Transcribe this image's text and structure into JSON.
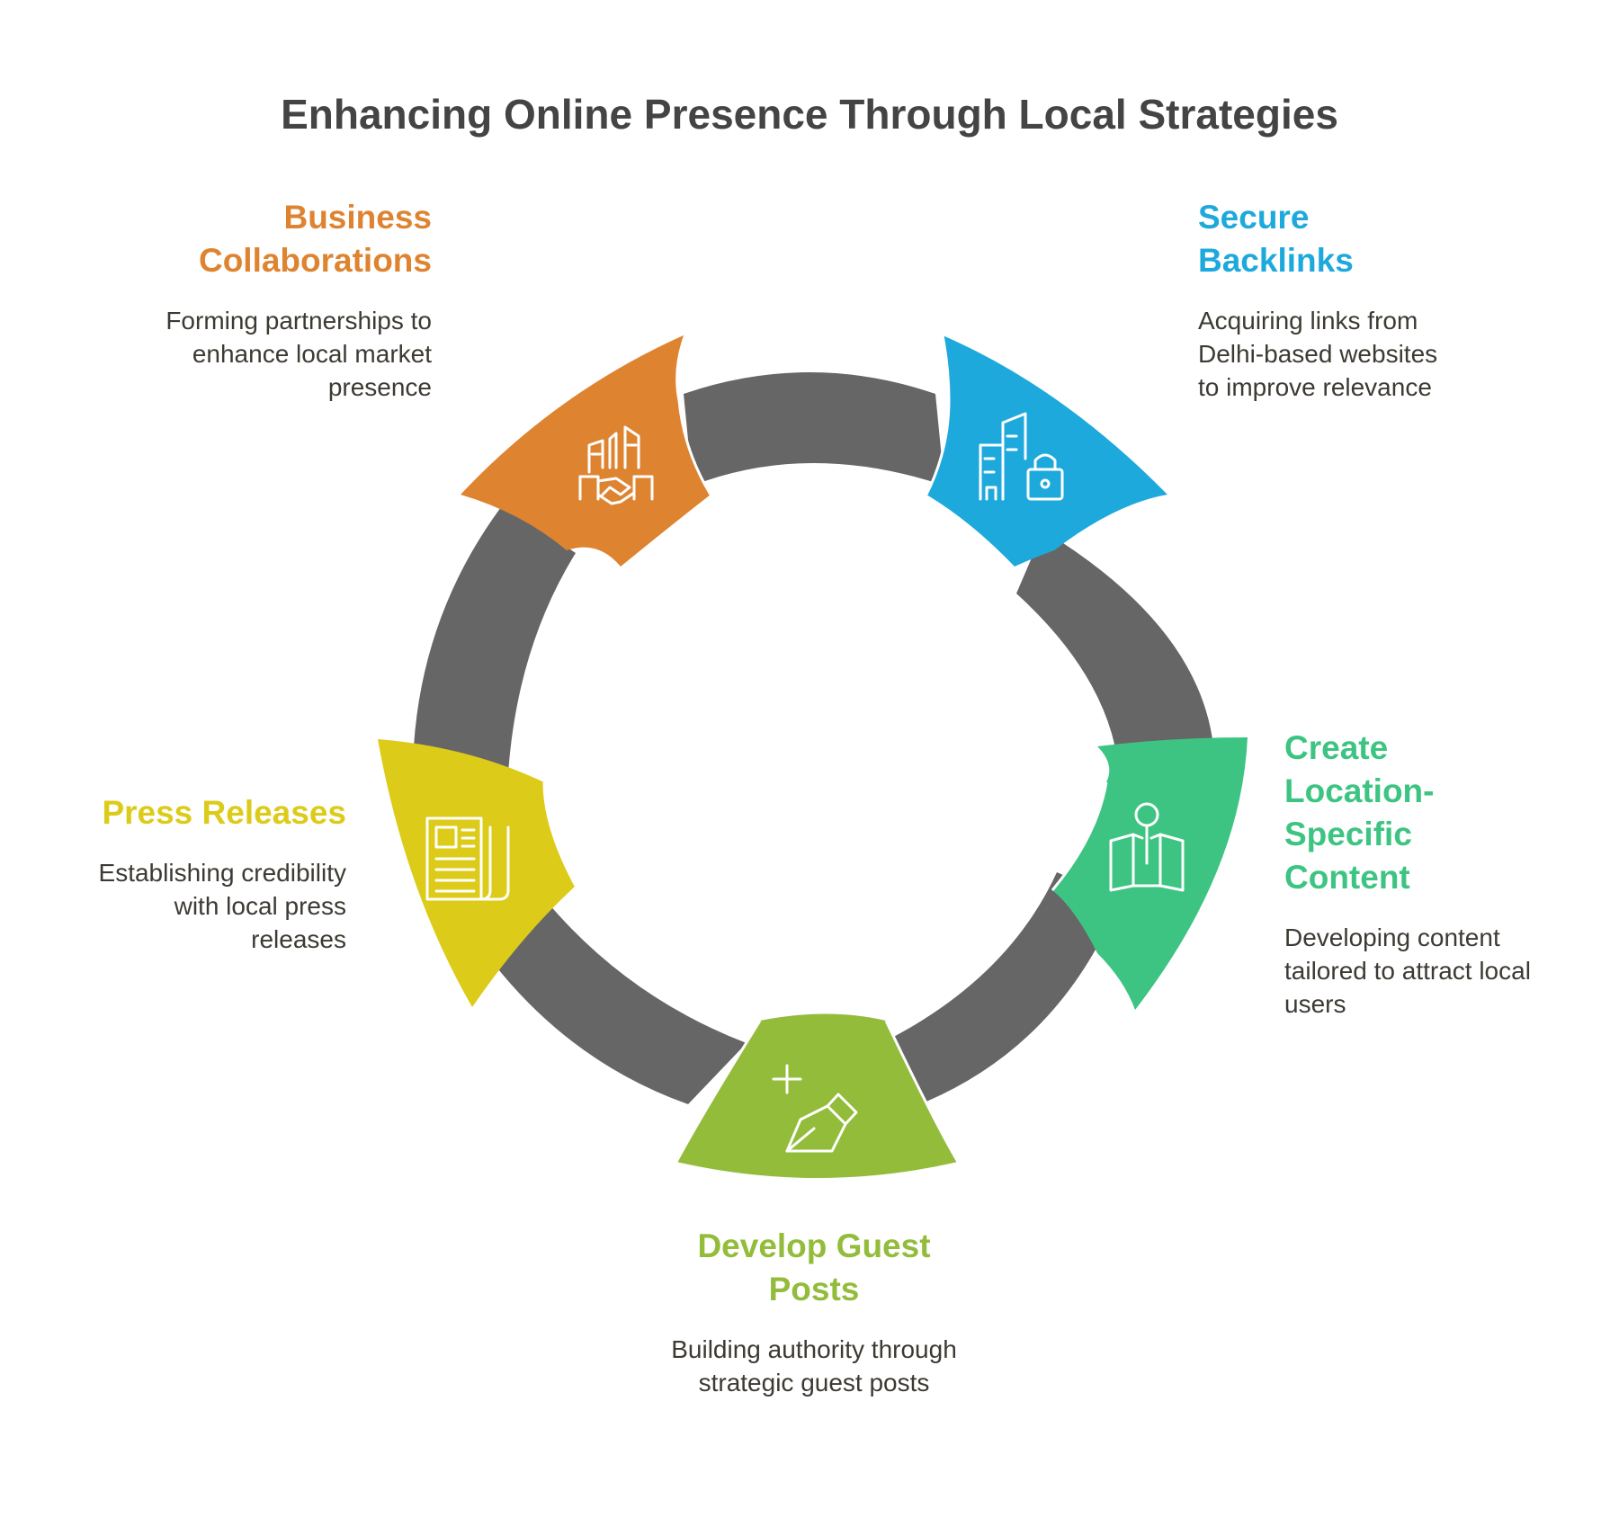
{
  "title": "Enhancing Online Presence Through Local Strategies",
  "colors": {
    "ring": "#666666",
    "orange": "#DE8431",
    "blue": "#1EA9DC",
    "green": "#3DC482",
    "lime": "#92BC3A",
    "yellow": "#DDCB19"
  },
  "steps": [
    {
      "heading": "Business Collaborations",
      "description": "Forming partnerships to enhance local market presence",
      "icon": "handshake-icon"
    },
    {
      "heading": "Secure Backlinks",
      "description": "Acquiring links from Delhi-based websites to improve relevance",
      "icon": "buildings-lock-icon"
    },
    {
      "heading": "Create Location-Specific Content",
      "description": "Developing content tailored to attract local users",
      "icon": "map-pin-icon"
    },
    {
      "heading": "Develop Guest Posts",
      "description": "Building authority through strategic guest posts",
      "icon": "pen-nib-icon"
    },
    {
      "heading": "Press Releases",
      "description": "Establishing credibility with local press releases",
      "icon": "newspaper-icon"
    }
  ]
}
